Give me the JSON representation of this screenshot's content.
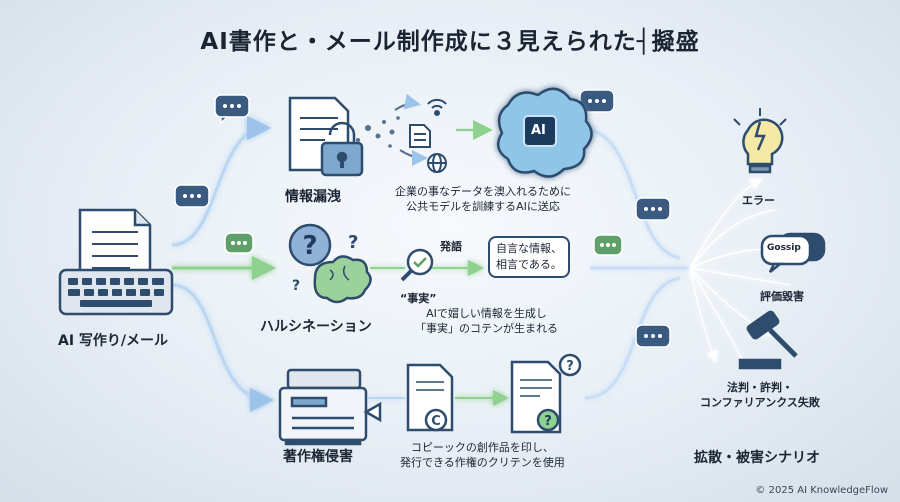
{
  "title": "AI書作と・メール制作成に３見えられた┤擬盛",
  "source": {
    "label": "AI 写作り/メール",
    "icon": "document-keyboard-icon"
  },
  "risks": [
    {
      "label": "情報漏洩",
      "icon": "document-lock-icon",
      "note_line1": "企業の事なデータを澳入れるために",
      "note_line2": "公共モデルを訓練するAIに送応",
      "ai_label": "AI"
    },
    {
      "label": "ハルシネーション",
      "icon": "brain-question-icon",
      "small_label": "発語",
      "quote_label": "“事実”",
      "bubble_line1": "自言な情報、",
      "bubble_line2": "相言である。",
      "note_line1": "AIで媢しい情報を生成し",
      "note_line2": "「事実」のコテンが生まれる"
    },
    {
      "label": "著作権侵害",
      "icon": "copier-icon",
      "note_line1": "コピーックの創作品を印し、",
      "note_line2": "発行できる作権のクリテンを使用"
    }
  ],
  "outcomes": {
    "title": "拡散・被害シナリオ",
    "items": [
      {
        "label": "エラー",
        "icon": "broken-bulb-icon"
      },
      {
        "label": "評価毀害",
        "icon": "gossip-bubble-icon",
        "bubble_text": "Gossip"
      },
      {
        "label_line1": "法判・許判・",
        "label_line2": "コンファリアンクス失敗",
        "icon": "gavel-icon"
      }
    ]
  },
  "footer": "© 2025 AI KnowledgeFlow",
  "colors": {
    "navy": "#2e4c6e",
    "green": "#8fd18f",
    "glow": "#b9d6f2"
  }
}
